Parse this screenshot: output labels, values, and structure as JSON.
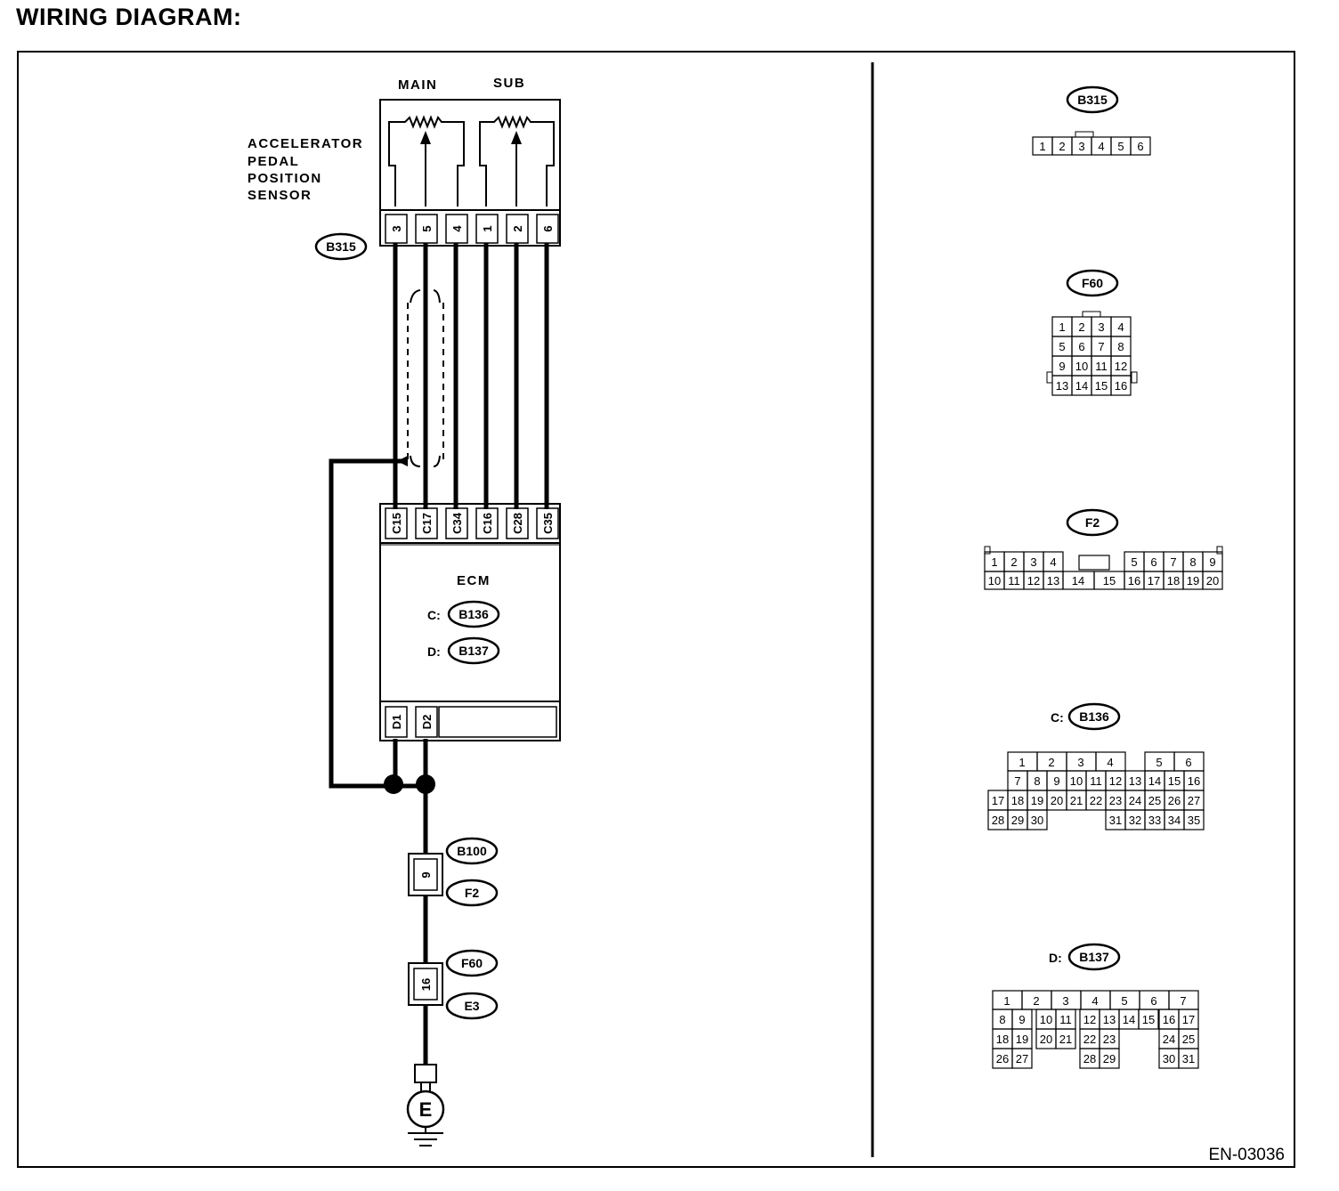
{
  "title": "WIRING DIAGRAM:",
  "figure_id": "EN-03036",
  "sensor": {
    "label_lines": [
      "ACCELERATOR",
      "PEDAL",
      "POSITION",
      "SENSOR"
    ],
    "main_label": "MAIN",
    "sub_label": "SUB",
    "connector": "B315",
    "pins": [
      "3",
      "5",
      "4",
      "1",
      "2",
      "6"
    ]
  },
  "ecm": {
    "label": "ECM",
    "c_prefix": "C:",
    "c_connector": "B136",
    "d_prefix": "D:",
    "d_connector": "B137",
    "c_pins": [
      "C15",
      "C17",
      "C34",
      "C16",
      "C28",
      "C35"
    ],
    "d_pins": [
      "D1",
      "D2"
    ]
  },
  "ground_path": {
    "conn1_pin": "9",
    "conn1_top": "B100",
    "conn1_bottom": "F2",
    "conn2_pin": "16",
    "conn2_top": "F60",
    "conn2_bottom": "E3",
    "ground_symbol": "E"
  },
  "connector_views": {
    "b315": {
      "label": "B315",
      "row": [
        "1",
        "2",
        "3",
        "4",
        "5",
        "6"
      ]
    },
    "f60": {
      "label": "F60",
      "rows": [
        [
          "1",
          "2",
          "3",
          "4"
        ],
        [
          "5",
          "6",
          "7",
          "8"
        ],
        [
          "9",
          "10",
          "11",
          "12"
        ],
        [
          "13",
          "14",
          "15",
          "16"
        ]
      ]
    },
    "f2": {
      "label": "F2",
      "top_left": [
        "1",
        "2",
        "3",
        "4"
      ],
      "top_right": [
        "5",
        "6",
        "7",
        "8",
        "9"
      ],
      "bottom": [
        "10",
        "11",
        "12",
        "13",
        "14",
        "15",
        "16",
        "17",
        "18",
        "19",
        "20"
      ]
    },
    "c136": {
      "prefix": "C:",
      "label": "B136",
      "row1_left": [
        "1",
        "2",
        "3",
        "4"
      ],
      "row1_right": [
        "5",
        "6"
      ],
      "row2": [
        "7",
        "8",
        "9",
        "10",
        "11",
        "12",
        "13",
        "14",
        "15",
        "16"
      ],
      "row3": [
        "17",
        "18",
        "19",
        "20",
        "21",
        "22",
        "23",
        "24",
        "25",
        "26",
        "27"
      ],
      "row4_left": [
        "28",
        "29",
        "30"
      ],
      "row4_right": [
        "31",
        "32",
        "33",
        "34",
        "35"
      ]
    },
    "d137": {
      "prefix": "D:",
      "label": "B137",
      "row1": [
        "1",
        "2",
        "3",
        "4",
        "5",
        "6",
        "7"
      ],
      "row2": [
        "8",
        "9",
        "10",
        "11",
        "12",
        "13",
        "14",
        "15",
        "16",
        "17"
      ],
      "row3_left": [
        "18",
        "19",
        "20",
        "21",
        "22",
        "23"
      ],
      "row3_right": [
        "24",
        "25"
      ],
      "row4_left": [
        "26",
        "27"
      ],
      "row4_mid": [
        "28",
        "29"
      ],
      "row4_right": [
        "30",
        "31"
      ]
    }
  }
}
